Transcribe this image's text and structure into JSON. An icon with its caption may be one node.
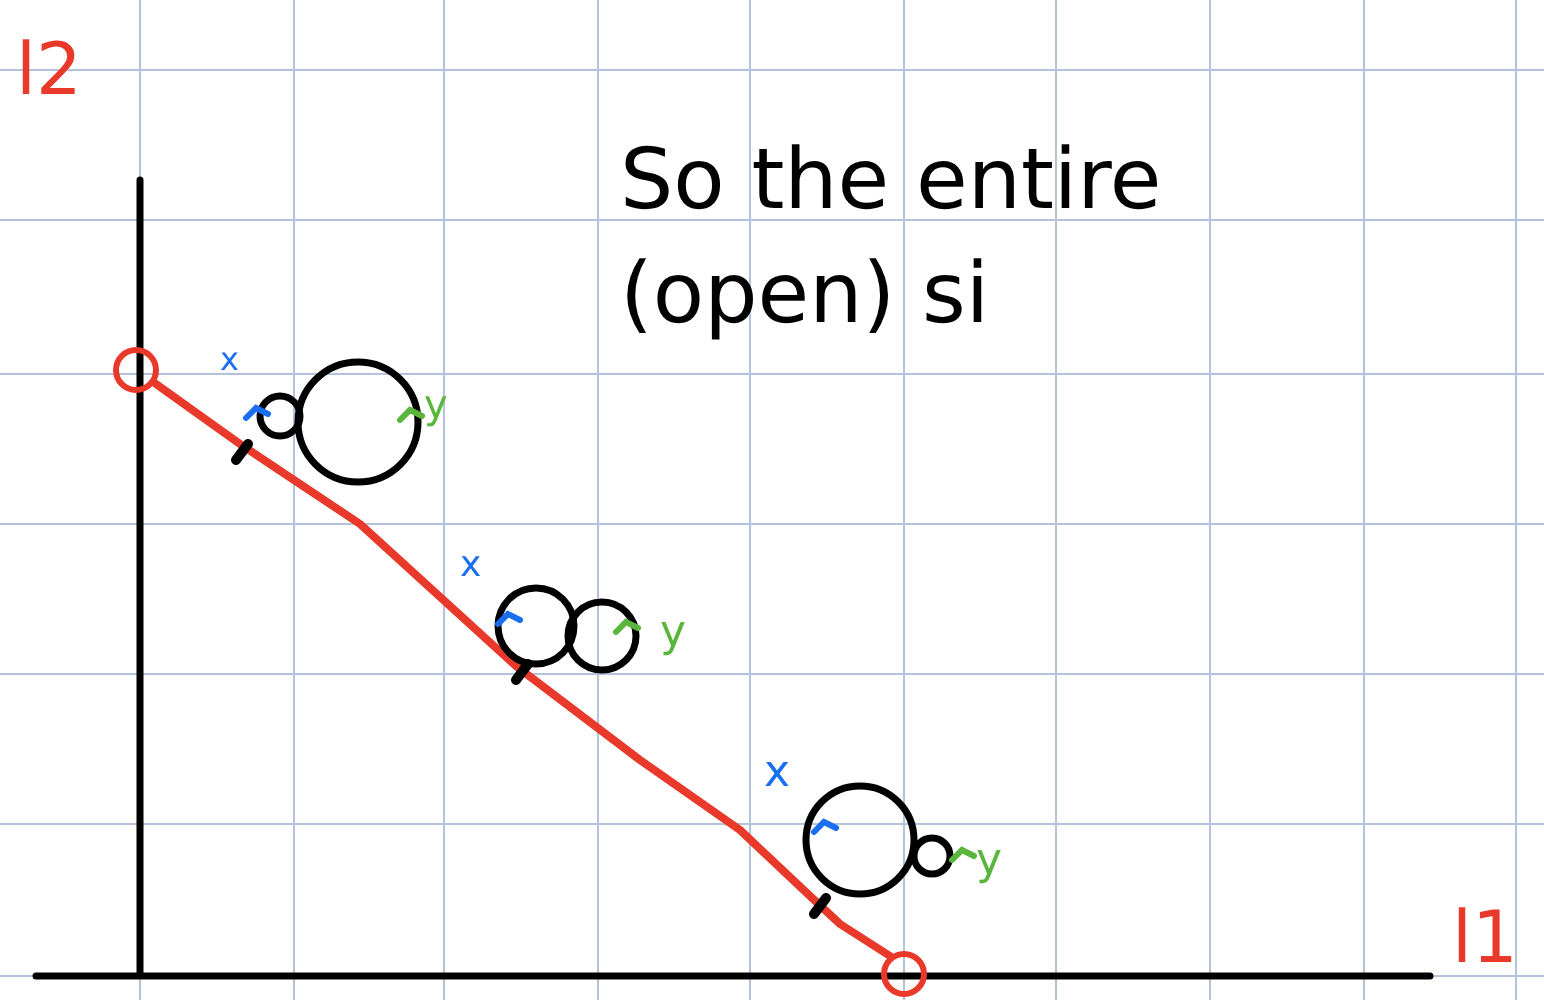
{
  "diagram": {
    "labels": [
      "l2",
      "So the entire (open) si",
      "x",
      "y",
      "x",
      "y",
      "x",
      "y",
      "l1"
    ]
  }
}
